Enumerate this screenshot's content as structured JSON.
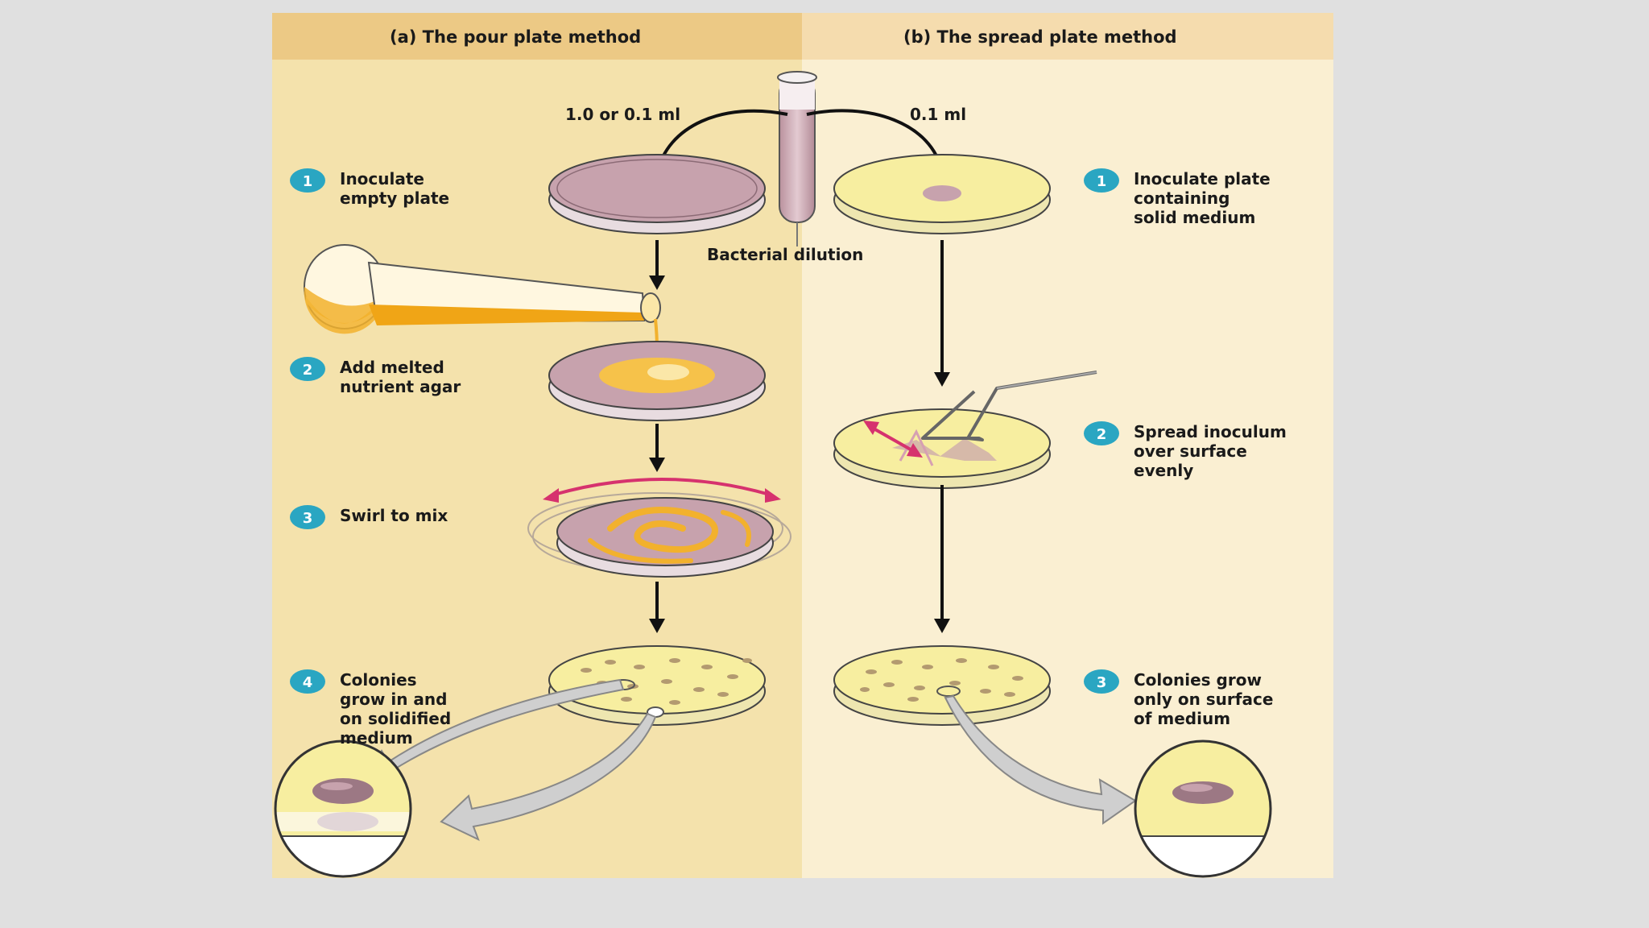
{
  "columns": {
    "pour": {
      "header": "(a) The pour plate method",
      "quantity": "1.0 or 0.1 ml",
      "steps": [
        {
          "number": "1",
          "text": "Inoculate\nempty plate"
        },
        {
          "number": "2",
          "text": "Add melted\nnutrient agar"
        },
        {
          "number": "3",
          "text": "Swirl to mix"
        },
        {
          "number": "4",
          "text": "Colonies\ngrow in and\non solidified\nmedium"
        }
      ]
    },
    "spread": {
      "header": "(b) The spread plate method",
      "quantity": "0.1 ml",
      "steps": [
        {
          "number": "1",
          "text": "Inoculate plate\ncontaining\nsolid medium"
        },
        {
          "number": "2",
          "text": "Spread inoculum\nover surface\nevenly"
        },
        {
          "number": "3",
          "text": "Colonies grow\nonly on surface\nof medium"
        }
      ]
    }
  },
  "tube_label": "Bacterial dilution",
  "colors": {
    "left_bg": "#f4e2ac",
    "right_bg": "#faefd2",
    "left_header": "#ecc985",
    "right_header": "#f5dcae",
    "badge": "#2aa6c2",
    "culture": "#c7a2ad",
    "agar": "#f7eea0",
    "arrow_pink": "#d6326e"
  }
}
